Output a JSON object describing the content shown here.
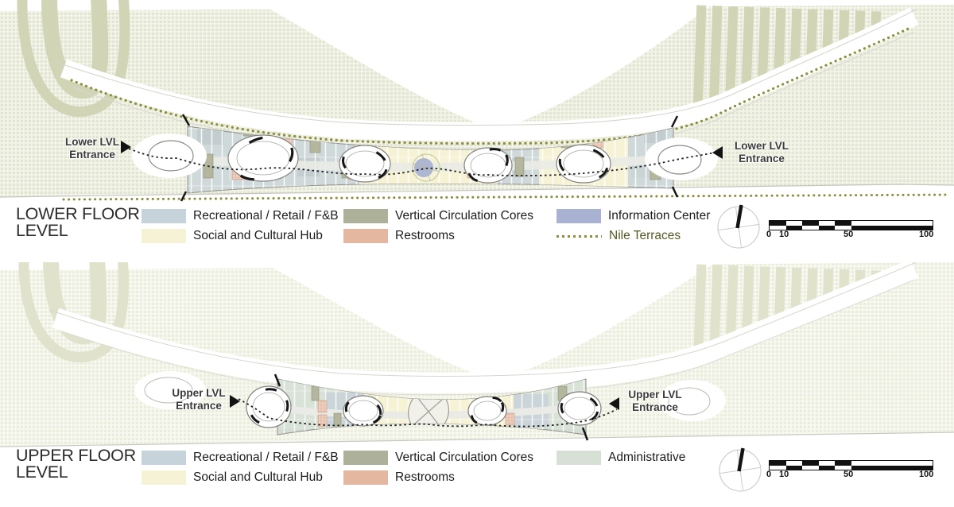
{
  "colors": {
    "recreational": "#c7d3da",
    "social": "#f6f2d6",
    "cores": "#aeb199",
    "restrooms": "#e3b7a0",
    "information": "#a9b2d3",
    "administrative": "#d6e0d4",
    "nile": "#8b8f3d",
    "nile_label": "#565a22"
  },
  "scalebar": {
    "labels": [
      "0",
      "10",
      "50",
      "100"
    ]
  },
  "lower": {
    "title_line1": "LOWER FLOOR",
    "title_line2": "LEVEL",
    "entrance_left_line1": "Lower LVL",
    "entrance_left_line2": "Entrance",
    "entrance_right_line1": "Lower LVL",
    "entrance_right_line2": "Entrance",
    "legend": [
      {
        "label": "Recreational / Retail / F&B"
      },
      {
        "label": "Social and Cultural Hub"
      },
      {
        "label": "Vertical Circulation Cores"
      },
      {
        "label": "Restrooms"
      },
      {
        "label": "Information Center"
      },
      {
        "label": "Nile Terraces"
      }
    ]
  },
  "upper": {
    "title_line1": "UPPER FLOOR",
    "title_line2": "LEVEL",
    "entrance_left_line1": "Upper LVL",
    "entrance_left_line2": "Entrance",
    "entrance_right_line1": "Upper LVL",
    "entrance_right_line2": "Entrance",
    "legend": [
      {
        "label": "Recreational / Retail / F&B"
      },
      {
        "label": "Social and Cultural Hub"
      },
      {
        "label": "Vertical Circulation Cores"
      },
      {
        "label": "Restrooms"
      },
      {
        "label": "Administrative"
      }
    ]
  }
}
